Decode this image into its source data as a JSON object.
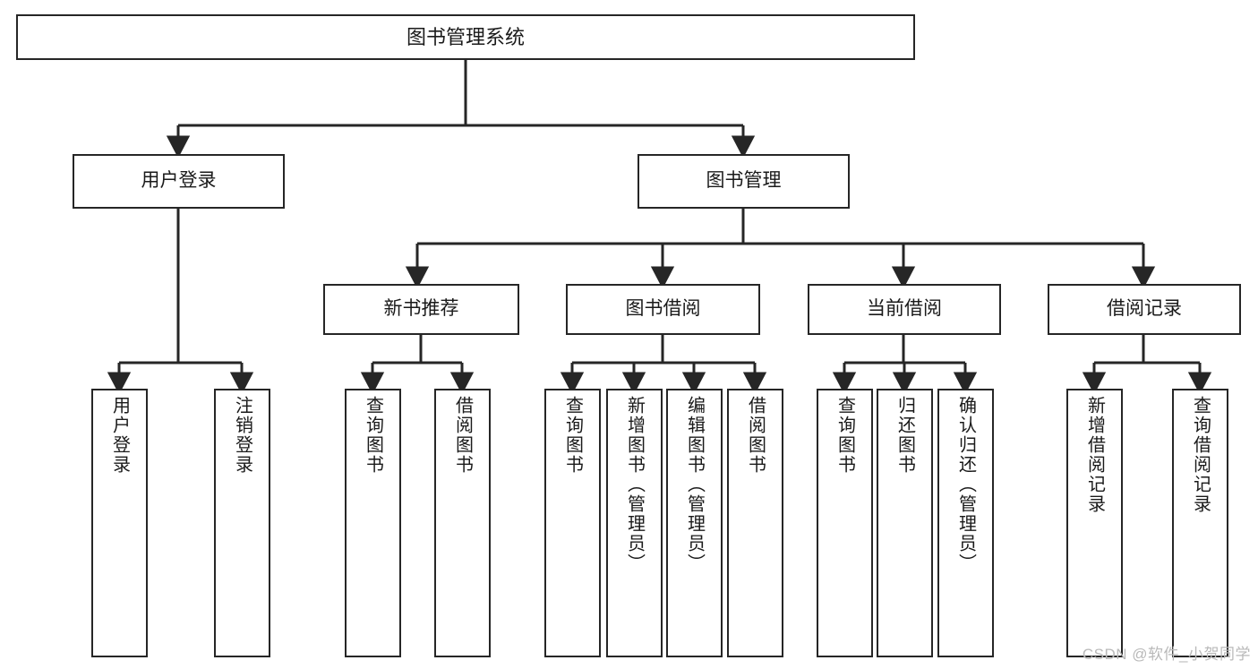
{
  "diagram": {
    "title": "图书管理系统",
    "type": "hierarchy-tree",
    "watermark": "CSDN @软件_小贺同学",
    "colors": {
      "stroke": "#262626",
      "fill": "#ffffff",
      "text": "#1a1a1a",
      "watermark": "#b9b9b9"
    },
    "root": {
      "label": "图书管理系统"
    },
    "level2": [
      {
        "label": "用户登录"
      },
      {
        "label": "图书管理"
      }
    ],
    "level3": [
      {
        "label": "新书推荐"
      },
      {
        "label": "图书借阅"
      },
      {
        "label": "当前借阅"
      },
      {
        "label": "借阅记录"
      }
    ],
    "leaves": {
      "user_login": [
        {
          "label": "用户登录"
        },
        {
          "label": "注销登录"
        }
      ],
      "new_book_recommend": [
        {
          "label": "查询图书"
        },
        {
          "label": "借阅图书"
        }
      ],
      "book_borrow": [
        {
          "label": "查询图书"
        },
        {
          "label": "新增图书（管理员）"
        },
        {
          "label": "编辑图书（管理员）"
        },
        {
          "label": "借阅图书"
        }
      ],
      "current_borrow": [
        {
          "label": "查询图书"
        },
        {
          "label": "归还图书"
        },
        {
          "label": "确认归还（管理员）"
        }
      ],
      "borrow_record": [
        {
          "label": "新增借阅记录"
        },
        {
          "label": "查询借阅记录"
        }
      ]
    }
  }
}
